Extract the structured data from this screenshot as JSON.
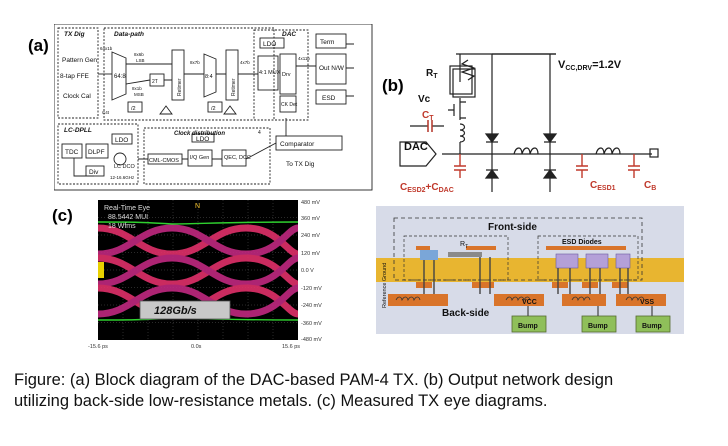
{
  "panels": {
    "a": "(a)",
    "b": "(b)",
    "c": "(c)"
  },
  "block_a": {
    "tx_dig": "TX Dig",
    "pattern_gen": "Pattern Gen",
    "ffe": "8-tap FFE",
    "clock_cal": "Clock Cal",
    "data_path": "Data-path",
    "w_in": "64x1b",
    "mux_64_8": "64:8",
    "w_8x6b": "8x6b",
    "lsb": "LSB",
    "w_8x1b": "8x1b",
    "msb": "MSB",
    "tri_6b": "6b",
    "tri_3b": "3b",
    "thermo": "2T",
    "retimer": "Retimer",
    "mux_8_4": "8:4",
    "w_8x7b": "8x7b",
    "w_4x7b": "4x7b",
    "w_4x11b": "4x11b",
    "div2": "/2",
    "c_4t": "C4t",
    "dac": "DAC",
    "ldo": "LDO",
    "mux_41": "4:1 MUX",
    "drv": "Drv",
    "ck_det": "CK Det",
    "term": "Term",
    "out_nw": "Out N/W",
    "esd": "ESD",
    "lc_dpll": "LC-DPLL",
    "tdc": "TDC",
    "dlpf": "DLPF",
    "lc_dco": "LC DCO",
    "dco_range": "12-16.6GHz",
    "div": "Div",
    "clock_dist": "Clock distribution",
    "cml_cmos": "CML-CMOS",
    "iq_gen": "I/Q Gen",
    "qec_dcc": "QEC, DCC",
    "ck4": "4",
    "comparator": "Comparator",
    "to_tx_dig": "To TX Dig"
  },
  "network_b": {
    "vcc": "V",
    "vcc_sub": "CC,DRV",
    "vcc_val": "=1.2V",
    "rt": "R",
    "rt_sub": "T",
    "vc": "Vc",
    "ct": "C",
    "ct_sub": "T",
    "dac": "DAC",
    "cesd2": "C",
    "cesd2_sub": "ESD2",
    "plus": "+C",
    "cdac_sub": "DAC",
    "cesd1": "C",
    "cesd1_sub": "ESD1",
    "cb": "C",
    "cb_sub": "B"
  },
  "eye_c": {
    "title": "Real-Time Eye",
    "mui": "88.5442 MUI",
    "wfms": "18 Wfms",
    "rate": "128Gb/s",
    "top_marker": "N",
    "y_labels": [
      "480 mV",
      "360 mV",
      "240 mV",
      "120 mV",
      "0.0 V",
      "-120 mV",
      "-240 mV",
      "-360 mV",
      "-480 mV"
    ],
    "x_labels": [
      "-15.6 ps",
      "0.0s",
      "15.6 ps"
    ]
  },
  "cross_c": {
    "front_side": "Front-side",
    "back_side": "Back-side",
    "rt": "R",
    "rt_sub": "T",
    "esd_diodes": "ESD Diodes",
    "ref_ground": "Reference Ground",
    "vcc": "VCC",
    "vss": "VSS",
    "bumps": [
      "Bump",
      "Bump",
      "Bump"
    ]
  },
  "caption": {
    "line1": "Figure: (a) Block diagram of the DAC-based PAM-4 TX. (b) Output network design",
    "line2": "utilizing back-side low-resistance metals. (c) Measured TX eye diagrams."
  }
}
